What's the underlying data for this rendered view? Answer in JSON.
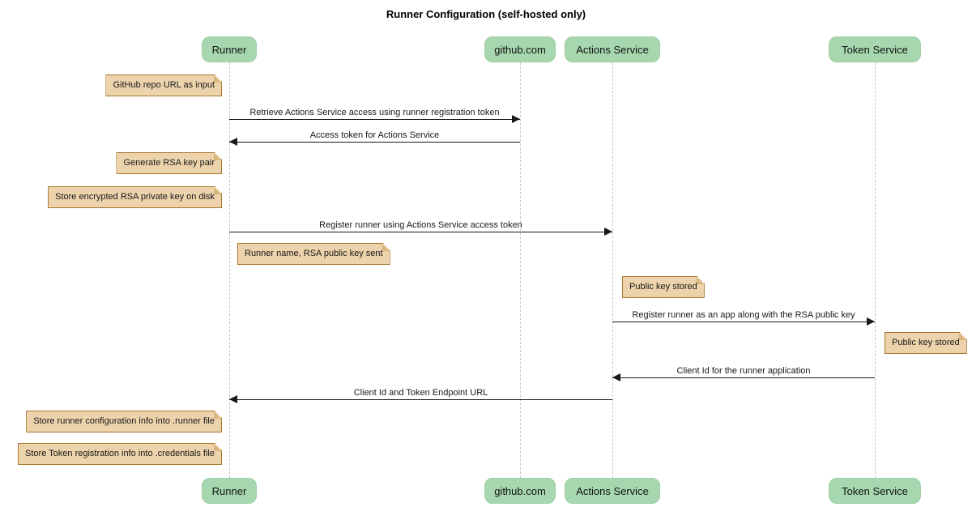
{
  "title": "Runner Configuration (self-hosted only)",
  "participants": [
    {
      "name": "Runner"
    },
    {
      "name": "github.com"
    },
    {
      "name": "Actions Service"
    },
    {
      "name": "Token Service"
    }
  ],
  "messages": [
    {
      "from": "Runner",
      "to": "github.com",
      "label": "Retrieve Actions Service access using runner registration token"
    },
    {
      "from": "github.com",
      "to": "Runner",
      "label": "Access token for Actions Service"
    },
    {
      "from": "Runner",
      "to": "Actions Service",
      "label": "Register runner using Actions Service access token"
    },
    {
      "from": "Actions Service",
      "to": "Token Service",
      "label": "Register runner as an app along with the RSA public key"
    },
    {
      "from": "Token Service",
      "to": "Actions Service",
      "label": "Client Id for the runner application"
    },
    {
      "from": "Actions Service",
      "to": "Runner",
      "label": "Client Id and Token Endpoint URL"
    }
  ],
  "notes": [
    {
      "attached_to": "Runner",
      "side": "left",
      "label": "GitHub repo URL as input"
    },
    {
      "attached_to": "Runner",
      "side": "left",
      "label": "Generate RSA key pair"
    },
    {
      "attached_to": "Runner",
      "side": "left",
      "label": "Store encrypted RSA private key on disk"
    },
    {
      "attached_to": "Runner",
      "side": "right",
      "label": "Runner name, RSA public key sent"
    },
    {
      "attached_to": "Actions Service",
      "side": "right",
      "label": "Public key stored"
    },
    {
      "attached_to": "Token Service",
      "side": "right",
      "label": "Public key stored"
    },
    {
      "attached_to": "Runner",
      "side": "left",
      "label": "Store runner configuration info into .runner file"
    },
    {
      "attached_to": "Runner",
      "side": "left",
      "label": "Store Token registration info into .credentials file"
    }
  ],
  "colors": {
    "participant_fill": "#A6D7AE",
    "note_fill": "#EDD3AC",
    "note_border": "#A97430",
    "lifeline": "#C8C8C8",
    "arrow": "#181818",
    "background": "#FFFFFF"
  }
}
